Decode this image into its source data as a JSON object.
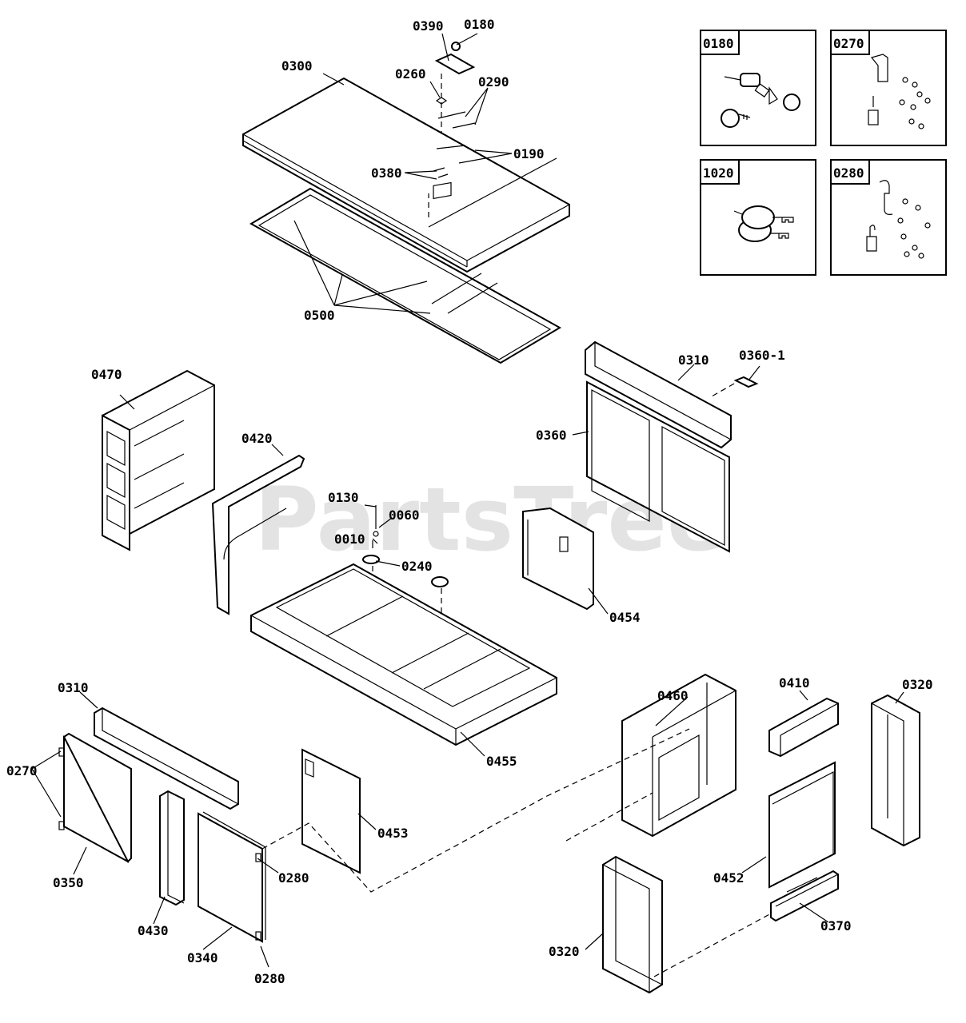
{
  "watermark": {
    "text": "PartsTree",
    "trademark": "™"
  },
  "inset_boxes": [
    {
      "tag": "0180"
    },
    {
      "tag": "0270"
    },
    {
      "tag": "1020"
    },
    {
      "tag": "0280"
    }
  ],
  "labels": [
    "0390",
    "0180",
    "0300",
    "0260",
    "0290",
    "0190",
    "0380",
    "0500",
    "0470",
    "0420",
    "0310",
    "0360-1",
    "0360",
    "0130",
    "0060",
    "0010",
    "0240",
    "0454",
    "0455",
    "0310",
    "0270",
    "0350",
    "0430",
    "0340",
    "0280",
    "0280",
    "0453",
    "0460",
    "0410",
    "0320",
    "0452",
    "0370",
    "0320"
  ]
}
